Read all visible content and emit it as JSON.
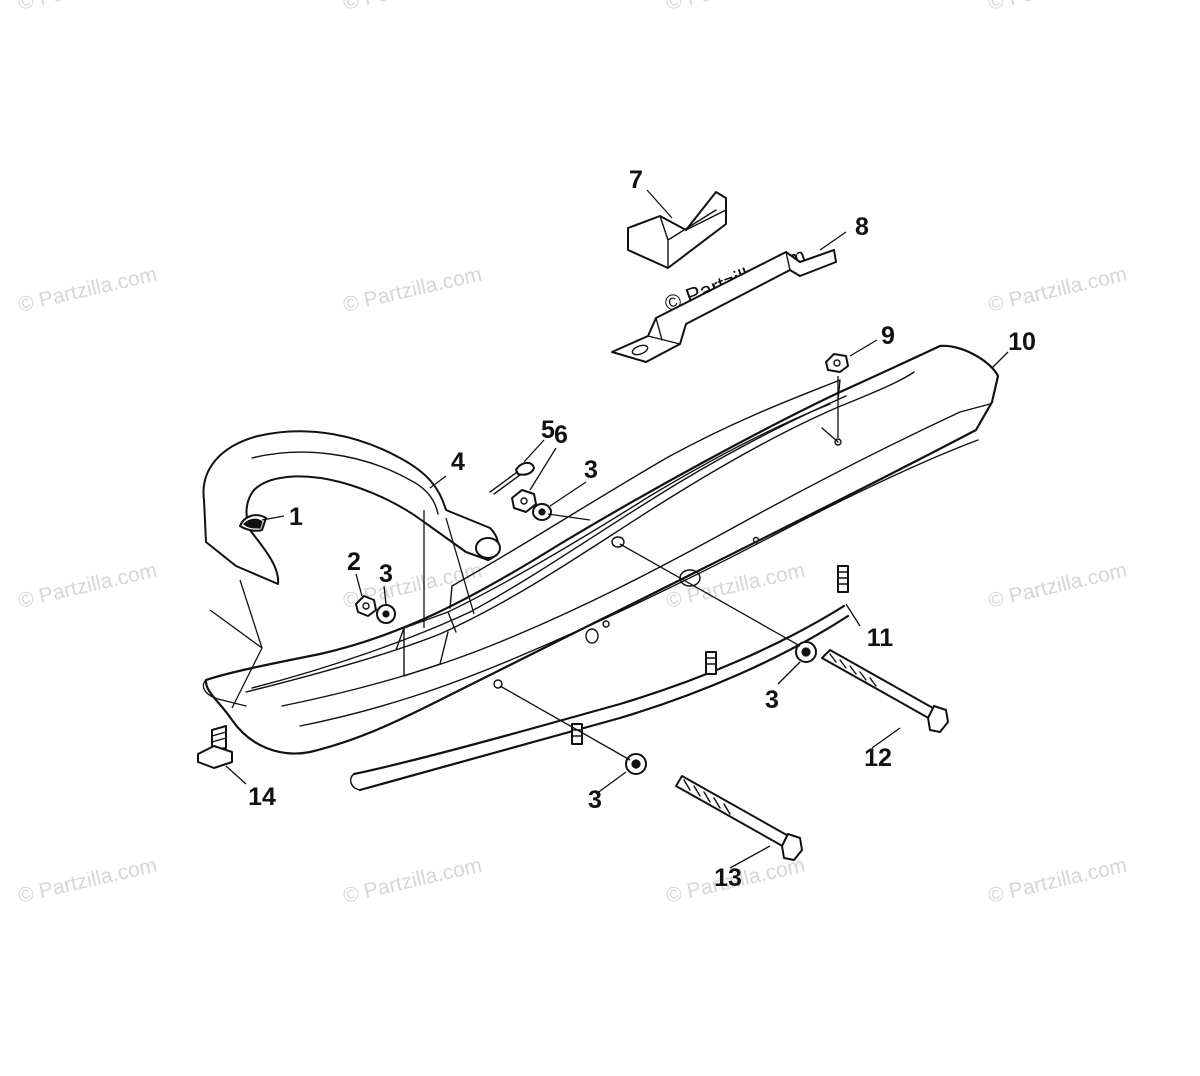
{
  "watermark": "© Partzilla.com",
  "callouts": [
    "1",
    "2",
    "3",
    "4",
    "5",
    "6",
    "7",
    "8",
    "9",
    "10",
    "11",
    "12",
    "13",
    "14"
  ]
}
